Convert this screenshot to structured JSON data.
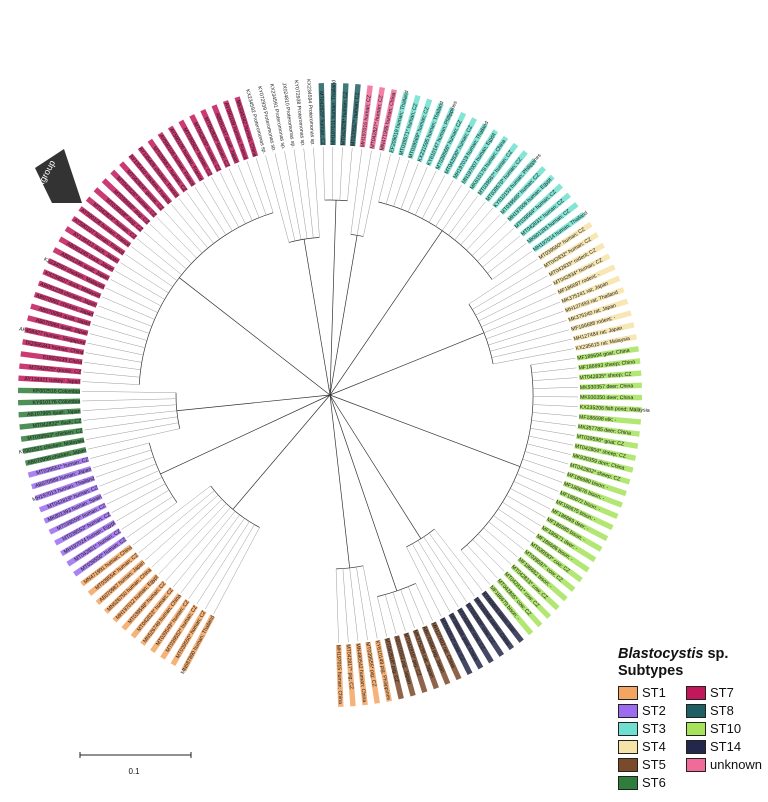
{
  "figure": {
    "outgroup_label": "outgroup",
    "scale_bar_label": "0.1"
  },
  "legend": {
    "genus": "Blastocystis",
    "genus_suffix": " sp.",
    "subtitle": "Subtypes",
    "items": [
      {
        "label": "ST1",
        "color": "#f3a561"
      },
      {
        "label": "ST2",
        "color": "#9b6cf0"
      },
      {
        "label": "ST3",
        "color": "#6fe0d0"
      },
      {
        "label": "ST4",
        "color": "#f6e3a8"
      },
      {
        "label": "ST5",
        "color": "#7a4a2a"
      },
      {
        "label": "ST6",
        "color": "#2f7d3a"
      },
      {
        "label": "ST7",
        "color": "#c2185b"
      },
      {
        "label": "ST8",
        "color": "#1f5f63"
      },
      {
        "label": "ST10",
        "color": "#a6e35a"
      },
      {
        "label": "ST14",
        "color": "#23284a"
      },
      {
        "label": "unknown",
        "color": "#f06a9a"
      }
    ]
  },
  "leaves": [
    {
      "text": "MN587890 human; Thailand",
      "subtype": "ST1"
    },
    {
      "text": "MT039550* human; CZ",
      "subtype": "ST1"
    },
    {
      "text": "MT039552* human; CZ",
      "subtype": "ST1"
    },
    {
      "text": "MT039549* human; CZ",
      "subtype": "ST1"
    },
    {
      "text": "MN526749 human; China",
      "subtype": "ST1"
    },
    {
      "text": "MT042823* human; CZ",
      "subtype": "ST1"
    },
    {
      "text": "MT039548* human; CZ",
      "subtype": "ST1"
    },
    {
      "text": "MH197012 human; Egypt",
      "subtype": "ST1"
    },
    {
      "text": "MN526750 human; China",
      "subtype": "ST1"
    },
    {
      "text": "AB070987 human; Japan",
      "subtype": "ST1"
    },
    {
      "text": "MT039554* human; CZ",
      "subtype": "ST1"
    },
    {
      "text": "MN471991 human; China",
      "subtype": "ST1"
    },
    {
      "text": "MT039556* human; CZ",
      "subtype": "ST2"
    },
    {
      "text": "MT042821* human; CZ",
      "subtype": "ST2"
    },
    {
      "text": "MH197024 human; Egypt",
      "subtype": "ST2"
    },
    {
      "text": "MT039553* human; CZ",
      "subtype": "ST2"
    },
    {
      "text": "MT039559* human; CZ",
      "subtype": "ST2"
    },
    {
      "text": "MK801393 human; Spain",
      "subtype": "ST2"
    },
    {
      "text": "MT042819* human; CZ",
      "subtype": "ST2"
    },
    {
      "text": "MH197013 human; Thailand",
      "subtype": "ST2"
    },
    {
      "text": "AB070989 human; Japan",
      "subtype": "ST2"
    },
    {
      "text": "MT039551* human; CZ",
      "subtype": "ST2"
    },
    {
      "text": "AB070999 chicken; Japan",
      "subtype": "ST6"
    },
    {
      "text": "KF002521 chicken; Malaysia",
      "subtype": "ST6"
    },
    {
      "text": "MT039563* chicken; CZ",
      "subtype": "ST6"
    },
    {
      "text": "MT042822* duck; CZ",
      "subtype": "ST6"
    },
    {
      "text": "AB107965 quail; Japan",
      "subtype": "ST6"
    },
    {
      "text": "KY610176 Colombia",
      "subtype": "ST6"
    },
    {
      "text": "KF002516 Colombia",
      "subtype": "ST6"
    },
    {
      "text": "AY134411 turkey; Japan",
      "subtype": "ST7"
    },
    {
      "text": "MT042825* goose; CZ",
      "subtype": "ST7"
    },
    {
      "text": "EU653239 China",
      "subtype": "ST7"
    },
    {
      "text": "DQ366343 human; China",
      "subtype": "ST7"
    },
    {
      "text": "AF408427 human; Singapore",
      "subtype": "ST7"
    },
    {
      "text": "AB070966 quail; Japan",
      "subtype": "ST7"
    },
    {
      "text": "AB070994 quail; Japan",
      "subtype": "ST7"
    },
    {
      "text": "AB070991 chicken; Japan",
      "subtype": "ST7"
    },
    {
      "text": "AB091239 chicken; Japan",
      "subtype": "ST7"
    },
    {
      "text": "KX234607 duck; Malaysia",
      "subtype": "ST7"
    },
    {
      "text": "KX234593 chicken; Malaysia",
      "subtype": "ST7"
    },
    {
      "text": "AB091246 quail; Japan",
      "subtype": "ST7"
    },
    {
      "text": "AB091245 duck; Japan",
      "subtype": "ST7"
    },
    {
      "text": "AY135412 duck; Japan",
      "subtype": "ST7"
    },
    {
      "text": "AY590107 human; France",
      "subtype": "ST7"
    },
    {
      "text": "AY590108 human; France",
      "subtype": "ST7"
    },
    {
      "text": "MT042824* human; CZ",
      "subtype": "ST7"
    },
    {
      "text": "MT039558* dog; CZ",
      "subtype": "ST7"
    },
    {
      "text": "MT039566* dog; CZ",
      "subtype": "ST7"
    },
    {
      "text": "MT042826* human; CZ",
      "subtype": "ST7"
    },
    {
      "text": "MT042824* goose; CZ",
      "subtype": "ST7"
    },
    {
      "text": "AY135410 chicken; France",
      "subtype": "ST7"
    },
    {
      "text": "AY135409 chicken; France",
      "subtype": "ST7"
    },
    {
      "text": "MT039561* human; CZ",
      "subtype": "ST7"
    },
    {
      "text": "AY590106 human; France",
      "subtype": "ST7"
    },
    {
      "text": "AY590105 human; France",
      "subtype": "ST7"
    },
    {
      "text": "MT039562* human; CZ",
      "subtype": "ST7"
    },
    {
      "text": "MT042825* human; CZ",
      "subtype": "ST7"
    },
    {
      "text": "MT042820* human; CZ",
      "subtype": "ST7"
    },
    {
      "text": "AB091247 quail; Japan",
      "subtype": "ST7"
    },
    {
      "text": "AY590109 human; France",
      "subtype": "ST7"
    },
    {
      "text": "MK934342 human; China",
      "subtype": "ST7"
    },
    {
      "text": "KX234592 Proteromonas sp.",
      "subtype": "outgroup"
    },
    {
      "text": "KY072939 Proteromonas sp.",
      "subtype": "outgroup"
    },
    {
      "text": "KX234591 Proteromonas sp.",
      "subtype": "outgroup"
    },
    {
      "text": "JX024810 Proteromonas sp.",
      "subtype": "outgroup"
    },
    {
      "text": "KY072938 Proteromonas sp.",
      "subtype": "outgroup"
    },
    {
      "text": "KX234594 Proteromonas sp.",
      "subtype": "outgroup"
    },
    {
      "text": "MT042829* human; CZ",
      "subtype": "ST8"
    },
    {
      "text": "MH197011 human; Thailand",
      "subtype": "ST8"
    },
    {
      "text": "MT042828* human; CZ",
      "subtype": "ST8"
    },
    {
      "text": "MT039557* human; CZ",
      "subtype": "ST8"
    },
    {
      "text": "MH197016 human; CZ",
      "subtype": "unknown"
    },
    {
      "text": "MT042827* human; CZ",
      "subtype": "unknown"
    },
    {
      "text": "MN471995 human; China",
      "subtype": "unknown"
    },
    {
      "text": "EF209019 human; Thailand",
      "subtype": "ST3"
    },
    {
      "text": "MT039571* human; CZ",
      "subtype": "ST3"
    },
    {
      "text": "MT039569* human; CZ",
      "subtype": "ST3"
    },
    {
      "text": "KX231595 human; Thailand",
      "subtype": "ST3"
    },
    {
      "text": "KY610147 human; Philippines",
      "subtype": "ST3"
    },
    {
      "text": "MT039568* human; CZ",
      "subtype": "ST3"
    },
    {
      "text": "MT042830* human; CZ",
      "subtype": "ST3"
    },
    {
      "text": "MH197019 human; Thailand",
      "subtype": "ST3"
    },
    {
      "text": "MN197007 human; Egypt",
      "subtype": "ST3"
    },
    {
      "text": "MK615178 human; China",
      "subtype": "ST3"
    },
    {
      "text": "MT039567* human; CZ",
      "subtype": "ST3"
    },
    {
      "text": "MT039570* human; CZ",
      "subtype": "ST3"
    },
    {
      "text": "KY610153 human; Philippines",
      "subtype": "ST3"
    },
    {
      "text": "MT039565* human; CZ",
      "subtype": "ST3"
    },
    {
      "text": "MH197009 human; Egypt",
      "subtype": "ST3"
    },
    {
      "text": "MT039564* human; CZ",
      "subtype": "ST3"
    },
    {
      "text": "MT042831* human; CZ",
      "subtype": "ST3"
    },
    {
      "text": "MK801393 human; CZ",
      "subtype": "ST3"
    },
    {
      "text": "MH197014 human; Thailand",
      "subtype": "ST3"
    },
    {
      "text": "MT039560* human; CZ",
      "subtype": "ST4"
    },
    {
      "text": "MT042832* human; CZ",
      "subtype": "ST4"
    },
    {
      "text": "MT042833* rodent; CZ",
      "subtype": "ST4"
    },
    {
      "text": "MT042834* human; CZ",
      "subtype": "ST4"
    },
    {
      "text": "MF186697 rodent; -",
      "subtype": "ST4"
    },
    {
      "text": "MK375241 rat; Japan",
      "subtype": "ST4"
    },
    {
      "text": "MH127493 rat; Thailand",
      "subtype": "ST4"
    },
    {
      "text": "MK375240 rat; Japan",
      "subtype": "ST4"
    },
    {
      "text": "MF186688 rodent; -",
      "subtype": "ST4"
    },
    {
      "text": "MH127484 rat; Japan",
      "subtype": "ST4"
    },
    {
      "text": "KX235615 rat; Malaysia",
      "subtype": "ST4"
    },
    {
      "text": "MF186694 goat; China",
      "subtype": "ST10"
    },
    {
      "text": "MF186693 sheep; China",
      "subtype": "ST10"
    },
    {
      "text": "MT042835* sheep; CZ",
      "subtype": "ST10"
    },
    {
      "text": "MK930357 deer; China",
      "subtype": "ST10"
    },
    {
      "text": "MK930350 deer; China",
      "subtype": "ST10"
    },
    {
      "text": "KX235206 fish pond; Malaysia",
      "subtype": "ST10"
    },
    {
      "text": "MF186698 elk; -",
      "subtype": "ST10"
    },
    {
      "text": "MK357785 deer; China",
      "subtype": "ST10"
    },
    {
      "text": "MT039596* goat; CZ",
      "subtype": "ST10"
    },
    {
      "text": "MT042804* sheep; CZ",
      "subtype": "ST10"
    },
    {
      "text": "MK930359 deer; China",
      "subtype": "ST10"
    },
    {
      "text": "MT042802* sheep; CZ",
      "subtype": "ST10"
    },
    {
      "text": "MF186680 bison; -",
      "subtype": "ST10"
    },
    {
      "text": "MF186676 bison; -",
      "subtype": "ST10"
    },
    {
      "text": "MF186672 bison; -",
      "subtype": "ST10"
    },
    {
      "text": "MF186675 bison; -",
      "subtype": "ST10"
    },
    {
      "text": "MF186669 deer; -",
      "subtype": "ST10"
    },
    {
      "text": "MF186685 bison; -",
      "subtype": "ST10"
    },
    {
      "text": "MF186671 deer; -",
      "subtype": "ST10"
    },
    {
      "text": "MF186686 bison; -",
      "subtype": "ST10"
    },
    {
      "text": "MT039593* cow; CZ",
      "subtype": "ST10"
    },
    {
      "text": "MT039597* cow; CZ",
      "subtype": "ST10"
    },
    {
      "text": "MF186682 bison; -",
      "subtype": "ST10"
    },
    {
      "text": "MT042813* cow; CZ",
      "subtype": "ST10"
    },
    {
      "text": "MT042811* cow; CZ",
      "subtype": "ST10"
    },
    {
      "text": "MT042805* cow; CZ",
      "subtype": "ST10"
    },
    {
      "text": "MF186679 bison; -",
      "subtype": "ST10"
    },
    {
      "text": "KY465601 bison; Iran",
      "subtype": "ST14"
    },
    {
      "text": "MK930348 camel; China",
      "subtype": "ST14"
    },
    {
      "text": "MT042839* cow; CZ",
      "subtype": "ST14"
    },
    {
      "text": "MT042806* cow; CZ",
      "subtype": "ST14"
    },
    {
      "text": "MF186684 goat; China",
      "subtype": "ST14"
    },
    {
      "text": "MT042812* cow; CZ",
      "subtype": "ST14"
    },
    {
      "text": "MH127492 rat; China",
      "subtype": "ST5"
    },
    {
      "text": "AB070990 pig; Japan",
      "subtype": "ST5"
    },
    {
      "text": "MK375239 cat; Japan",
      "subtype": "ST5"
    },
    {
      "text": "MT042816* pig; CZ",
      "subtype": "ST5"
    },
    {
      "text": "AB070993 pig; Japan",
      "subtype": "ST5"
    },
    {
      "text": "MT042818* pig; CZ",
      "subtype": "ST5"
    },
    {
      "text": "KY610149 pig; Philippines",
      "subtype": "ST1"
    },
    {
      "text": "MT039555* pig; CZ",
      "subtype": "ST1"
    },
    {
      "text": "MN480542 human; China",
      "subtype": "ST1"
    },
    {
      "text": "MT042817* pig; CZ",
      "subtype": "ST1"
    },
    {
      "text": "MH197015 human; China",
      "subtype": "ST1"
    }
  ]
}
